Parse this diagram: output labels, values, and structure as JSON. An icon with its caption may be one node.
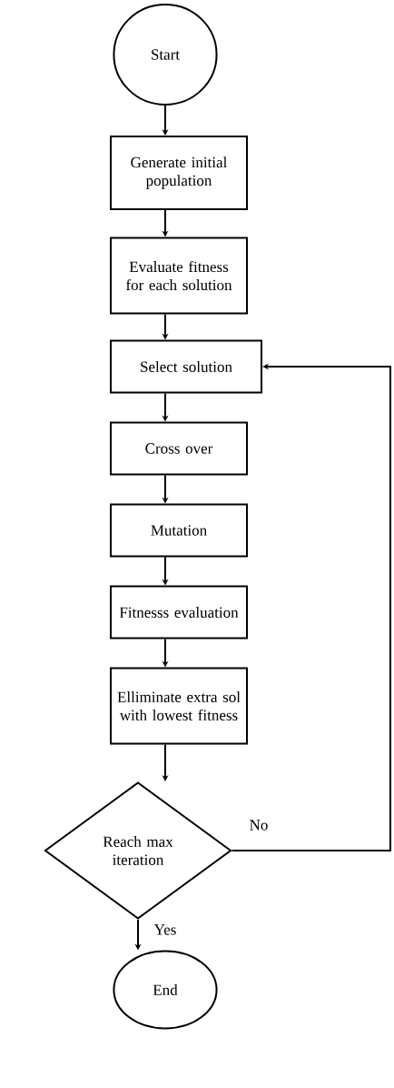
{
  "diagram": {
    "nodes": [
      {
        "text": [
          "Start"
        ]
      },
      {
        "text": [
          "Generate initial population"
        ]
      },
      {
        "text": [
          "Evaluate fitness for each solution"
        ]
      },
      {
        "text": [
          "Select solution"
        ]
      },
      {
        "text": [
          "Cross over"
        ]
      },
      {
        "text": [
          "Mutation"
        ]
      },
      {
        "text": [
          "Fitnesss evaluation"
        ]
      },
      {
        "text": [
          "Elliminate extra sol with lowest fitness"
        ]
      },
      {
        "text": [
          "Reach max iteration"
        ]
      },
      {
        "text": [
          "End"
        ]
      }
    ],
    "edges": [
      {
        "from": 0,
        "to": 1,
        "arrow": "to"
      },
      {
        "from": 1,
        "to": 2,
        "arrow": "to"
      },
      {
        "from": 2,
        "to": 3,
        "arrow": "to"
      },
      {
        "from": 3,
        "to": 4,
        "arrow": "to"
      },
      {
        "from": 4,
        "to": 5,
        "arrow": "to"
      },
      {
        "from": 5,
        "to": 6,
        "arrow": "to"
      },
      {
        "from": 6,
        "to": 7,
        "arrow": "to"
      },
      {
        "from": 7,
        "to": 8,
        "arrow": "to"
      },
      {
        "from": 8,
        "to": 9,
        "arrow": "to",
        "label": "Yes"
      },
      {
        "from": 8,
        "to": 3,
        "arrow": "to",
        "label": "No"
      }
    ]
  }
}
